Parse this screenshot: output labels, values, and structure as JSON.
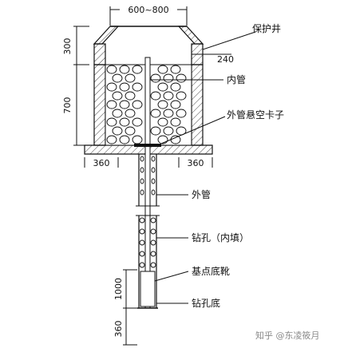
{
  "dimensions": {
    "top_opening": "600~800",
    "well_upper_height": "300",
    "well_lower_height": "700",
    "wall_thickness": "240",
    "base_left": "360",
    "base_right": "360",
    "hole_bottom_segment": "1000",
    "hole_bottom_extension": "360"
  },
  "labels": {
    "protective_well": "保护井",
    "inner_pipe": "内管",
    "outer_pipe_hanger": "外管悬空卡子",
    "outer_pipe": "外管",
    "borehole_fill": "钻孔（内填）",
    "base_point_shoe": "基点底靴",
    "borehole_bottom": "钻孔底"
  },
  "watermark": "知乎 @东凌筱月",
  "colors": {
    "line": "#111111",
    "fill_bg": "#ffffff",
    "hatch": "#444444",
    "watermark": "#8a8a8a"
  }
}
